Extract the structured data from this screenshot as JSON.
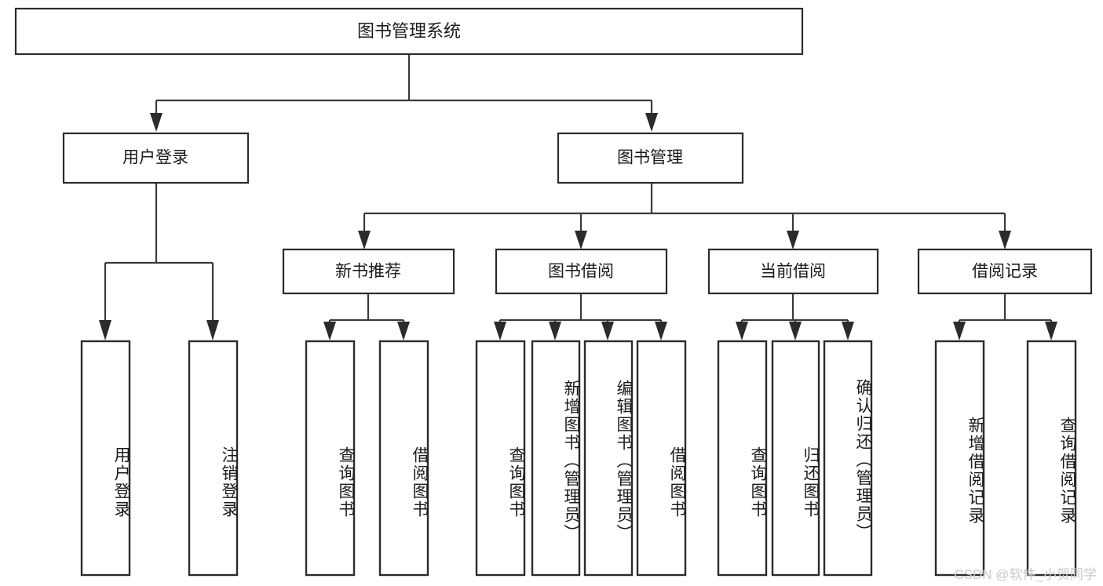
{
  "diagram": {
    "type": "tree-hierarchy-chart",
    "title_node": {
      "label": "图书管理系统"
    },
    "level2": [
      {
        "id": "user-login",
        "label": "用户登录"
      },
      {
        "id": "book-management",
        "label": "图书管理"
      }
    ],
    "level3": [
      {
        "id": "new-book-recommend",
        "label": "新书推荐",
        "parent": "book-management"
      },
      {
        "id": "book-borrow",
        "label": "图书借阅",
        "parent": "book-management"
      },
      {
        "id": "current-borrow",
        "label": "当前借阅",
        "parent": "book-management"
      },
      {
        "id": "borrow-record",
        "label": "借阅记录",
        "parent": "book-management"
      }
    ],
    "leaves": [
      {
        "id": "leaf-user-login",
        "label": "用户登录",
        "parent": "user-login"
      },
      {
        "id": "leaf-logout-login",
        "label": "注销登录",
        "parent": "user-login"
      },
      {
        "id": "leaf-query-book-1",
        "label": "查询图书",
        "parent": "new-book-recommend"
      },
      {
        "id": "leaf-borrow-book-1",
        "label": "借阅图书",
        "parent": "new-book-recommend"
      },
      {
        "id": "leaf-query-book-2",
        "label": "查询图书",
        "parent": "book-borrow"
      },
      {
        "id": "leaf-add-book",
        "label": "新增图书（管理员）",
        "parent": "book-borrow"
      },
      {
        "id": "leaf-edit-book",
        "label": "编辑图书（管理员）",
        "parent": "book-borrow"
      },
      {
        "id": "leaf-borrow-book-2",
        "label": "借阅图书",
        "parent": "book-borrow"
      },
      {
        "id": "leaf-query-book-3",
        "label": "查询图书",
        "parent": "current-borrow"
      },
      {
        "id": "leaf-return-book",
        "label": "归还图书",
        "parent": "current-borrow"
      },
      {
        "id": "leaf-confirm-return",
        "label": "确认归还（管理员）",
        "parent": "current-borrow"
      },
      {
        "id": "leaf-add-record",
        "label": "新增借阅记录",
        "parent": "borrow-record"
      },
      {
        "id": "leaf-query-record",
        "label": "查询借阅记录",
        "parent": "borrow-record"
      }
    ],
    "colors": {
      "box_stroke": "#2b2b2b",
      "connector": "#3a3a3a",
      "background": "#ffffff",
      "text": "#1a1a1a",
      "watermark": "#c9c9c9"
    }
  },
  "watermark": {
    "text": "CSDN @软件_小贺同学"
  }
}
